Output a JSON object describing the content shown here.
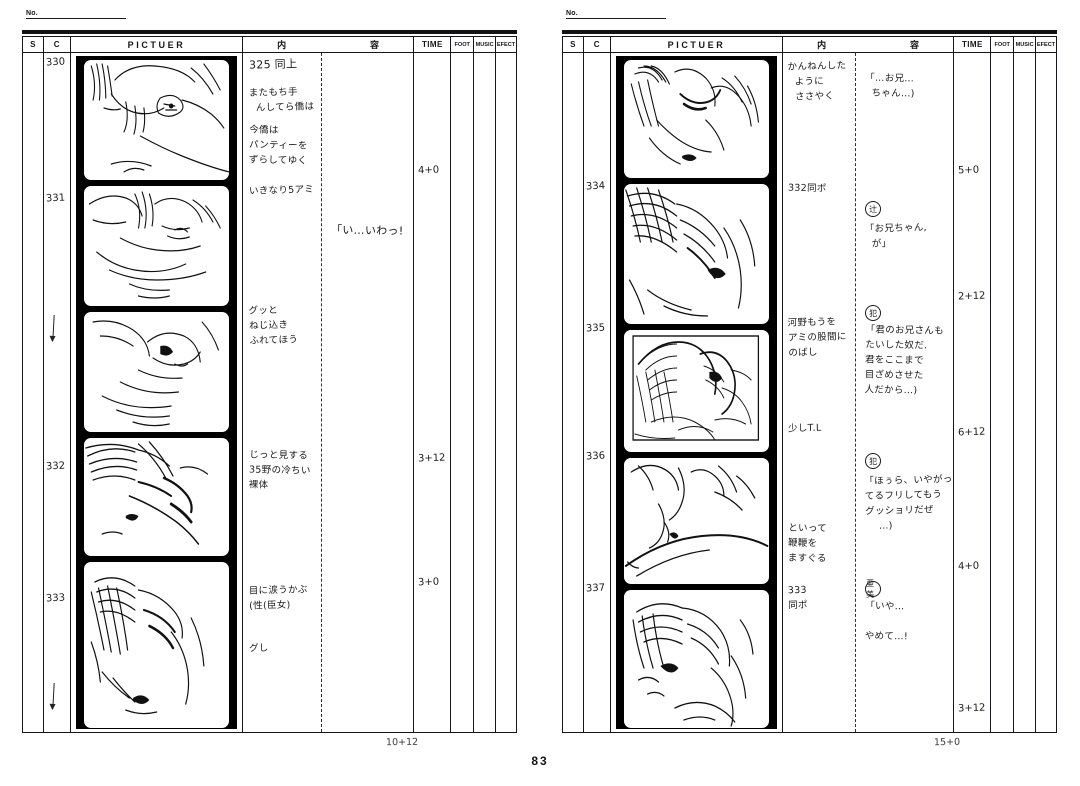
{
  "document": {
    "page_number": "83",
    "no_label": "No.",
    "type": "animation-storyboard"
  },
  "columns": {
    "s": "S",
    "c": "C",
    "picture": "PICTUER",
    "content_left": "内",
    "content_right": "容",
    "time": "TIME",
    "foot": "FOOT",
    "music": "MUSIC",
    "effect": "EFECT"
  },
  "left_page": {
    "cuts": [
      {
        "num": "330",
        "time": "4+0"
      },
      {
        "num": "331",
        "time": ""
      },
      {
        "num": "",
        "time": ""
      },
      {
        "num": "332",
        "time": "3+12"
      },
      {
        "num": "333",
        "time": "3+0"
      }
    ],
    "action_notes": [
      "325 同上",
      "またもち手\n  んしてら僑は",
      "今僑は\nパンティーを\nずらしてゆく",
      "いきなり5アミ",
      "グッと\nねじ込き\nふれてほう",
      "じっと見する\n35野の冷ちい\n裸体",
      "目に涙うかぶ\n(性(臣女)",
      "グし"
    ],
    "dialogue": [
      "「い…いわっ!"
    ],
    "time_total": "10+12"
  },
  "right_page": {
    "cuts": [
      {
        "num": "",
        "time": "5+0"
      },
      {
        "num": "334",
        "time": "2+12"
      },
      {
        "num": "335",
        "time": "6+12"
      },
      {
        "num": "336",
        "time": "4+0"
      },
      {
        "num": "337",
        "time": "3+12"
      }
    ],
    "action_notes": [
      "かんねんした\n  ように\n  ささやく",
      "332同ポ",
      "河野もうを\nアミの股間に\nのばし",
      "少しT.L",
      "といって\n鞭鞭を\nますぐる",
      "333\n同ポ"
    ],
    "dialogue": [
      {
        "speaker": "",
        "text": "「…お兄…\n  ちゃん…)"
      },
      {
        "speaker": "辻",
        "text": "「お兄ちゃん,\n  が」"
      },
      {
        "speaker": "犯",
        "text": "「君のお兄さんも\nたいした奴だ.\n君をここまで\n目ざめさせた\n人だから…)"
      },
      {
        "speaker": "犯",
        "text": "「ほぅら、いやがっ\nてるフリしてもう\nグッショリだぜ\n    …)"
      },
      {
        "speaker": "亜美",
        "text": "「いや…\n\nやめて…!"
      }
    ],
    "time_total": "15+0"
  }
}
